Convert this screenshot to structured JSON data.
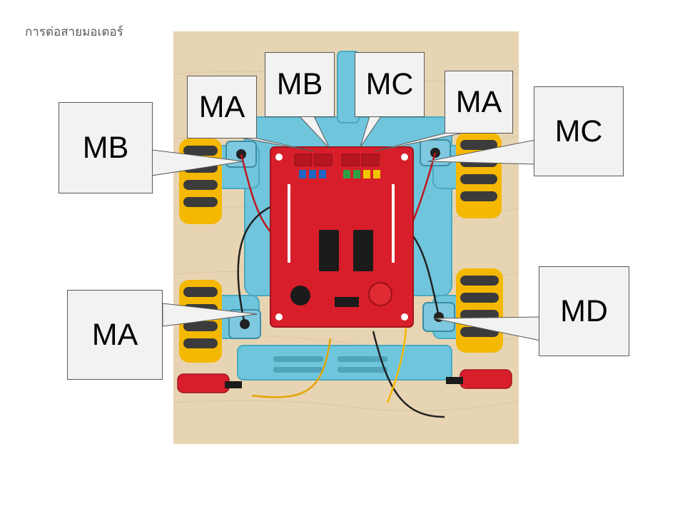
{
  "slide": {
    "title": "การต่อสายมอเตอร์"
  },
  "callouts": {
    "left_top": "MB",
    "top_ma": "MA",
    "top_mb": "MB",
    "top_mc": "MC",
    "top_right_ma": "MA",
    "right_top": "MC",
    "left_bottom": "MA",
    "right_bottom": "MD"
  },
  "colors": {
    "callout_fill": "#f2f2f2",
    "callout_border": "#595959",
    "title_text": "#595959",
    "board_red": "#d81e2a",
    "chassis_blue": "#6fc6dc",
    "wheel_yellow": "#f5b800",
    "table_wood": "#e6d2b0"
  }
}
